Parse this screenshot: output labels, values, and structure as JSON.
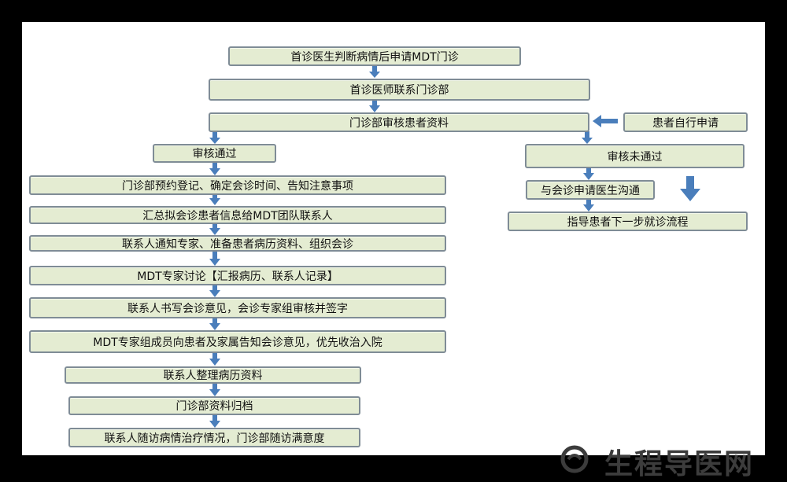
{
  "flow": {
    "s1": "首诊医生判断病情后申请MDT门诊",
    "s2": "首诊医师联系门诊部",
    "s3": "门诊部审核患者资料",
    "self_apply": "患者自行申请",
    "approved": "审核通过",
    "rejected": "审核未通过",
    "a1": "门诊部预约登记、确定会诊时间、告知注意事项",
    "a2": "汇总拟会诊患者信息给MDT团队联系人",
    "a3": "联系人通知专家、准备患者病历资料、组织会诊",
    "a4": "MDT专家讨论【汇报病历、联系人记录】",
    "a5": "联系人书写会诊意见，会诊专家组审核并签字",
    "a6": "MDT专家组成员向患者及家属告知会诊意见，优先收治入院",
    "a7": "联系人整理病历资料",
    "a8": "门诊部资料归档",
    "a9": "联系人随访病情治疗情况，门诊部随访满意度",
    "r1": "与会诊申请医生沟通",
    "r2": "指导患者下一步就诊流程"
  },
  "colors": {
    "box_fill": "#e4ecd2",
    "box_border": "#7f8c96",
    "arrow": "#4a7ebb"
  },
  "watermark": "生程导医网"
}
